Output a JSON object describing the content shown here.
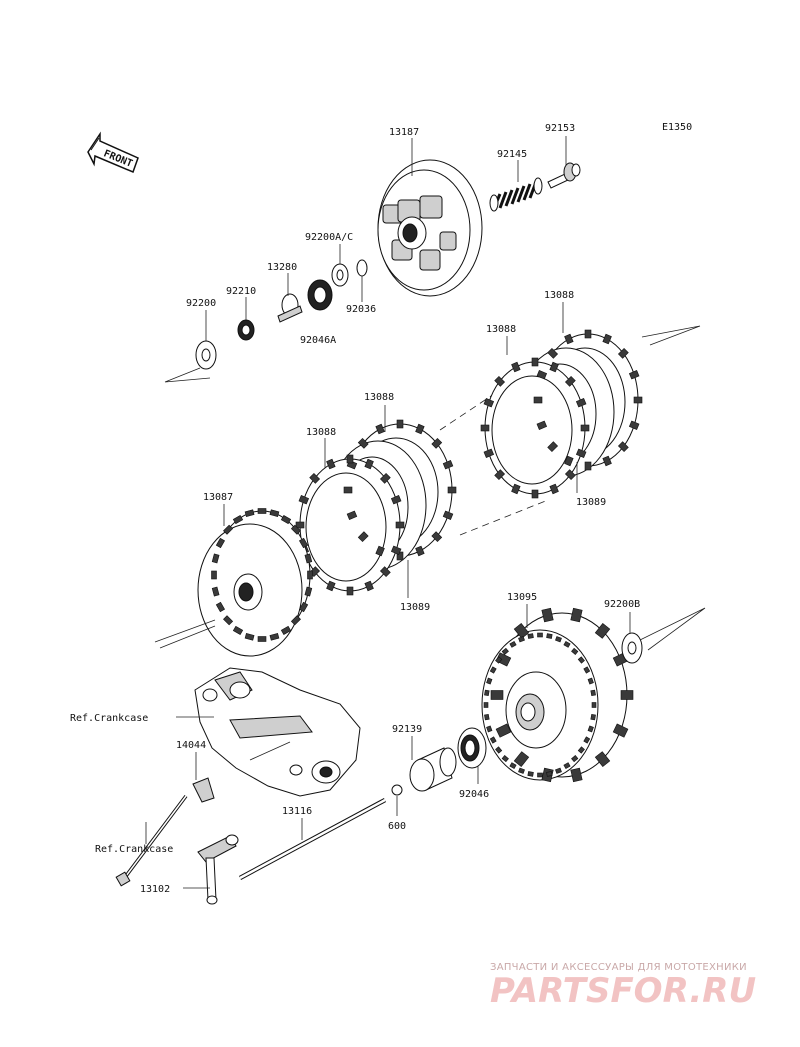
{
  "diagram_code": "E1350",
  "front_label": "FRONT",
  "watermark": {
    "line1": "ЗАПЧАСТИ И АКСЕССУАРЫ ДЛЯ МОТОТЕХНИКИ",
    "logo": "PARTSFOR.RU"
  },
  "parts": {
    "p13187": "13187",
    "p92153": "92153",
    "p92145": "92145",
    "p92200AC": "92200A/C",
    "p13280": "13280",
    "p92210": "92210",
    "p92200": "92200",
    "p92036": "92036",
    "p92046A": "92046A",
    "p13088a": "13088",
    "p13088b": "13088",
    "p13088c": "13088",
    "p13088d": "13088",
    "p13089a": "13089",
    "p13089b": "13089",
    "p13087": "13087",
    "p13095": "13095",
    "p92200B": "92200B",
    "p92139": "92139",
    "p92046": "92046",
    "p600": "600",
    "p14044": "14044",
    "p13116": "13116",
    "p13102": "13102",
    "refCrankcase1": "Ref.Crankcase",
    "refCrankcase2": "Ref.Crankcase"
  }
}
